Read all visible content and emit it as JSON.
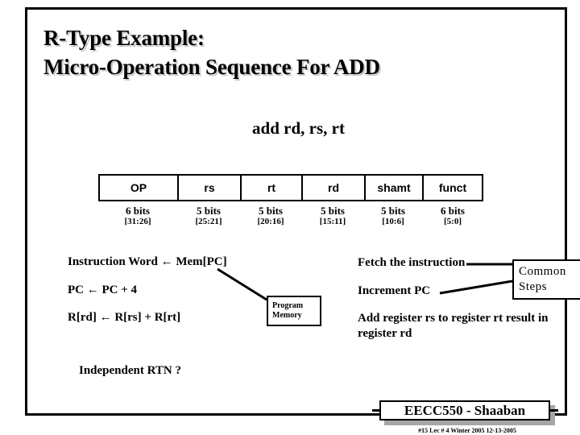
{
  "slide": {
    "title_lines": [
      "R-Type Example:",
      "Micro-Operation Sequence For ADD"
    ],
    "subtitle": "add rd, rs, rt"
  },
  "instruction_format": {
    "fields": [
      {
        "name": "OP",
        "width": "6 bits",
        "range": "[31:26]",
        "px": 98
      },
      {
        "name": "rs",
        "width": "5 bits",
        "range": "[25:21]",
        "px": 78
      },
      {
        "name": "rt",
        "width": "5 bits",
        "range": "[20:16]",
        "px": 76
      },
      {
        "name": "rd",
        "width": "5 bits",
        "range": "[15:11]",
        "px": 78
      },
      {
        "name": "shamt",
        "width": "5 bits",
        "range": "[10:6]",
        "px": 72
      },
      {
        "name": "funct",
        "width": "6 bits",
        "range": "[5:0]",
        "px": 76
      }
    ]
  },
  "rtn": {
    "line1": "Instruction Word  ←    Mem[PC]",
    "line2": "PC  ←   PC + 4",
    "line3": "R[rd]  ←    R[rs]  +  R[rt]",
    "question": "Independent RTN ?"
  },
  "descriptions": {
    "line1": "Fetch the instruction",
    "line2": "Increment PC",
    "line3": "Add register  rs  to register rt result in register rd"
  },
  "callouts": {
    "program_memory": {
      "line1": "Program",
      "line2": "Memory"
    },
    "common_steps": {
      "line1": "Common",
      "line2": "Steps"
    }
  },
  "footer": {
    "course": "EECC550 - Shaaban",
    "fine_print": "#15   Lec # 4   Winter 2005   12-13-2005"
  },
  "colors": {
    "ink": "#000000",
    "title_shadow": "#c8c8c8",
    "footer_shadow": "#a6a6a6",
    "background": "#ffffff"
  }
}
